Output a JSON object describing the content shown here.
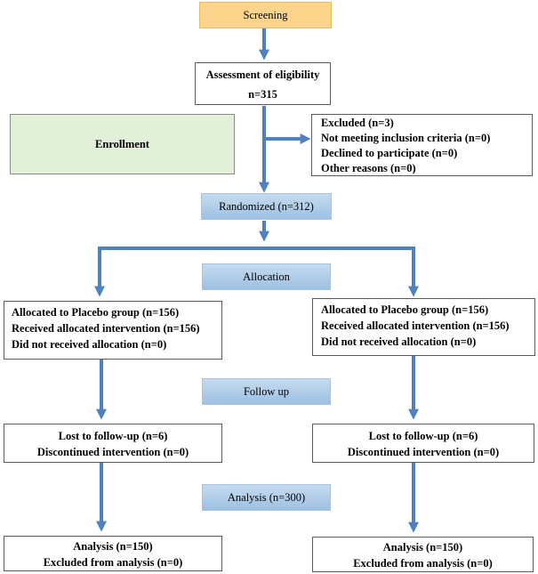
{
  "screening": "Screening",
  "eligibility": {
    "line1": "Assessment of eligibility",
    "line2": "n=315"
  },
  "enrollment": "Enrollment",
  "excluded": [
    "Excluded (n=3)",
    "Not meeting inclusion criteria (n=0)",
    "Declined to participate (n=0)",
    "Other reasons (n=0)"
  ],
  "randomized": "Randomized (n=312)",
  "allocation": "Allocation",
  "left_alloc": [
    "Allocated to Placebo group (n=156)",
    "Received allocated intervention (n=156)",
    "Did not received allocation (n=0)"
  ],
  "right_alloc": [
    "Allocated to Placebo group (n=156)",
    "Received allocated intervention (n=156)",
    "Did not received allocation (n=0)"
  ],
  "follow_up": "Follow up",
  "left_follow": [
    "Lost to follow-up (n=6)",
    "Discontinued intervention (n=0)"
  ],
  "right_follow": [
    "Lost to follow-up (n=6)",
    "Discontinued intervention (n=0)"
  ],
  "analysis_stage": "Analysis (n=300)",
  "left_analysis": [
    "Analysis (n=150)",
    "Excluded from analysis (n=0)"
  ],
  "right_analysis": [
    "Analysis (n=150)",
    "Excluded from analysis (n=0)"
  ],
  "colors": {
    "arrow": "#4f81bd",
    "stage_fill": "#b4cfea",
    "screening_fill": "#fcd48c",
    "enrollment_fill": "#e2efd9",
    "border": "#5b5b5b"
  }
}
